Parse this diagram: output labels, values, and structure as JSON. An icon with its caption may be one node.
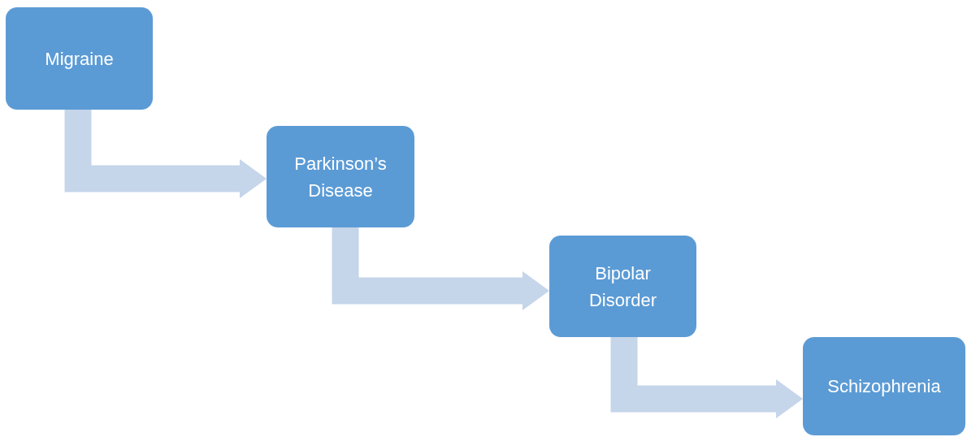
{
  "diagram": {
    "nodes": [
      {
        "text": [
          "Migraine"
        ]
      },
      {
        "text": [
          "Parkinson’s Disease"
        ]
      },
      {
        "text": [
          "Bipolar Disorder"
        ]
      },
      {
        "text": [
          "Schizophrenia"
        ]
      }
    ],
    "edges": [
      {
        "from": 0,
        "to": 1,
        "arrow": "to"
      },
      {
        "from": 1,
        "to": 2,
        "arrow": "to"
      },
      {
        "from": 2,
        "to": 3,
        "arrow": "to"
      }
    ]
  }
}
